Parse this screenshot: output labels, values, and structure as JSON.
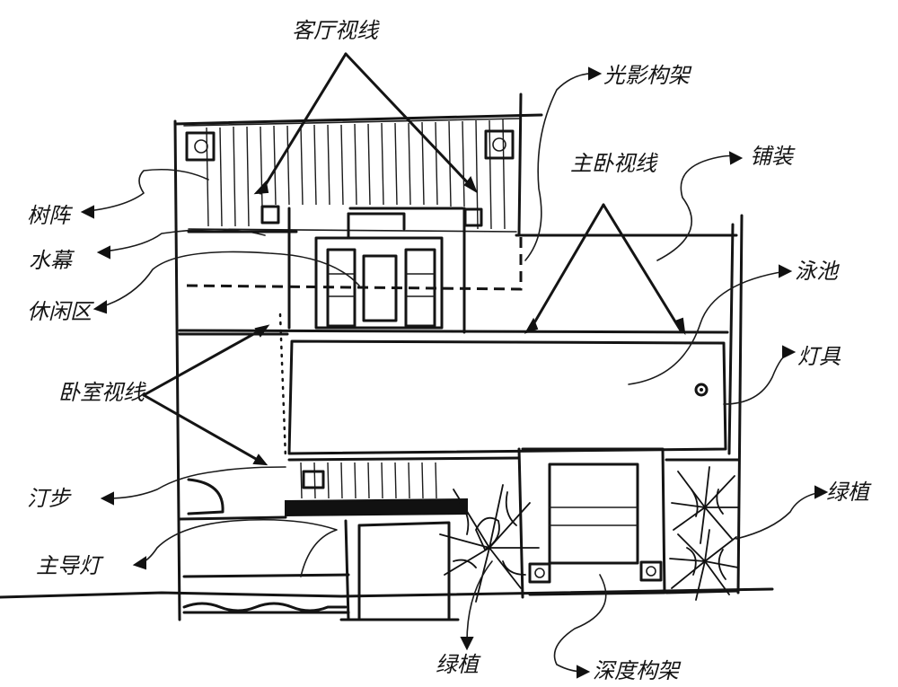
{
  "labels": {
    "living_room_view": "客厅视线",
    "pergola_top": "光影构架",
    "bedroom_main_view": "主卧视线",
    "paving": "铺装",
    "trees": "树阵",
    "water_curtain": "水幕",
    "pool": "泳池",
    "leisure_area": "休闲区",
    "outdoor_lamp": "灯具",
    "bedroom_view": "卧室视线",
    "stepping_stones": "汀步",
    "planting_right": "绿植",
    "main_lamp": "主导灯",
    "planting_bottom": "绿植",
    "deep_pergola": "深度构架"
  }
}
